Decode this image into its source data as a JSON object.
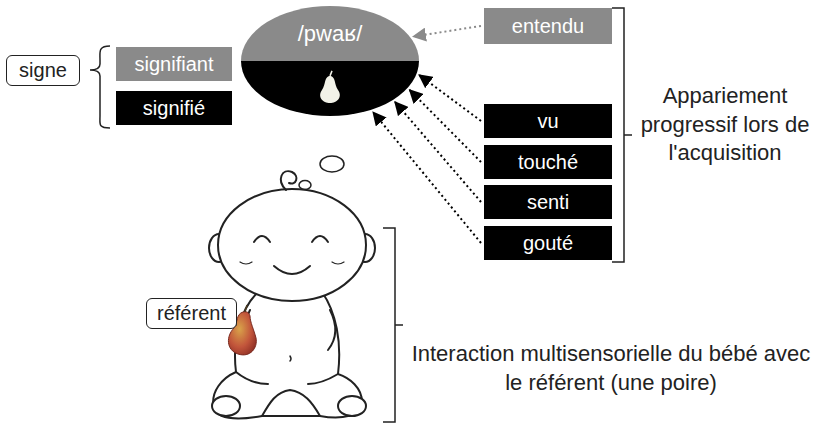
{
  "diagram": {
    "nodes": [
      {
        "text": [
          "signe"
        ]
      },
      {
        "text": [
          "signifiant"
        ]
      },
      {
        "text": [
          "signifié"
        ]
      },
      {
        "text": [
          "/pwaʁ/"
        ]
      },
      {
        "text": [
          "entendu"
        ]
      },
      {
        "text": [
          "vu"
        ]
      },
      {
        "text": [
          "touché"
        ]
      },
      {
        "text": [
          "senti"
        ]
      },
      {
        "text": [
          "gouté"
        ]
      },
      {
        "text": [
          "référent"
        ]
      }
    ],
    "edges": [
      {
        "from": 4,
        "to": 3,
        "arrow": "to"
      },
      {
        "from": 5,
        "to": 3,
        "arrow": "to"
      },
      {
        "from": 6,
        "to": 3,
        "arrow": "to"
      },
      {
        "from": 7,
        "to": 3,
        "arrow": "to"
      },
      {
        "from": 8,
        "to": 3,
        "arrow": "to"
      }
    ],
    "labels": [
      "Appariement progressif lors de l'acquisition",
      "Interaction multisensorielle du bébé avec le référent (une poire)"
    ]
  }
}
